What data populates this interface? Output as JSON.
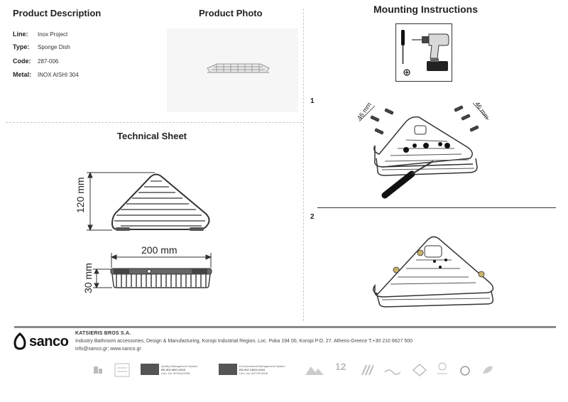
{
  "product_description": {
    "title": "Product Description",
    "rows": [
      {
        "label": "Line:",
        "value": "Inox Project"
      },
      {
        "label": "Type:",
        "value": "Sponge Dish"
      },
      {
        "label": "Code:",
        "value": "287-006"
      },
      {
        "label": "Metal:",
        "value": "INOX AISHI 304"
      }
    ]
  },
  "product_photo": {
    "title": "Product Photo"
  },
  "technical_sheet": {
    "title": "Technical Sheet",
    "height_dim": "120 mm",
    "width_dim": "200 mm",
    "depth_dim": "30 mm"
  },
  "mounting": {
    "title": "Mounting Instructions",
    "step1": "1",
    "step2": "2",
    "drill_dim_left": "46 mm",
    "drill_dim_right": "46 mm"
  },
  "footer": {
    "brand": "sanco",
    "company_name": "KATSIERIS BROS S.A.",
    "company_line1": "Industry Bathroom accessories, Design & Manufacturing, Koropi Industrial Region, Loc. Poka 194 00, Koropi P.O. 27. Athens-Greece   T.+30 210 6627 500",
    "company_line2": "info@sanco.gr; www.sanco.gr",
    "cert1": [
      "Quality Management System",
      "EN ISO 9001:2008",
      "Cert. No: 8076/Q/2008"
    ],
    "cert2": [
      "Environmental Management System",
      "EN ISO 14001:2004",
      "Cert. No: 8077/E/2008"
    ],
    "badge_12": "12"
  },
  "colors": {
    "footer_bar": "#8a8a8a",
    "line_art": "#333333",
    "photo_bg": "#f5f5f5"
  }
}
